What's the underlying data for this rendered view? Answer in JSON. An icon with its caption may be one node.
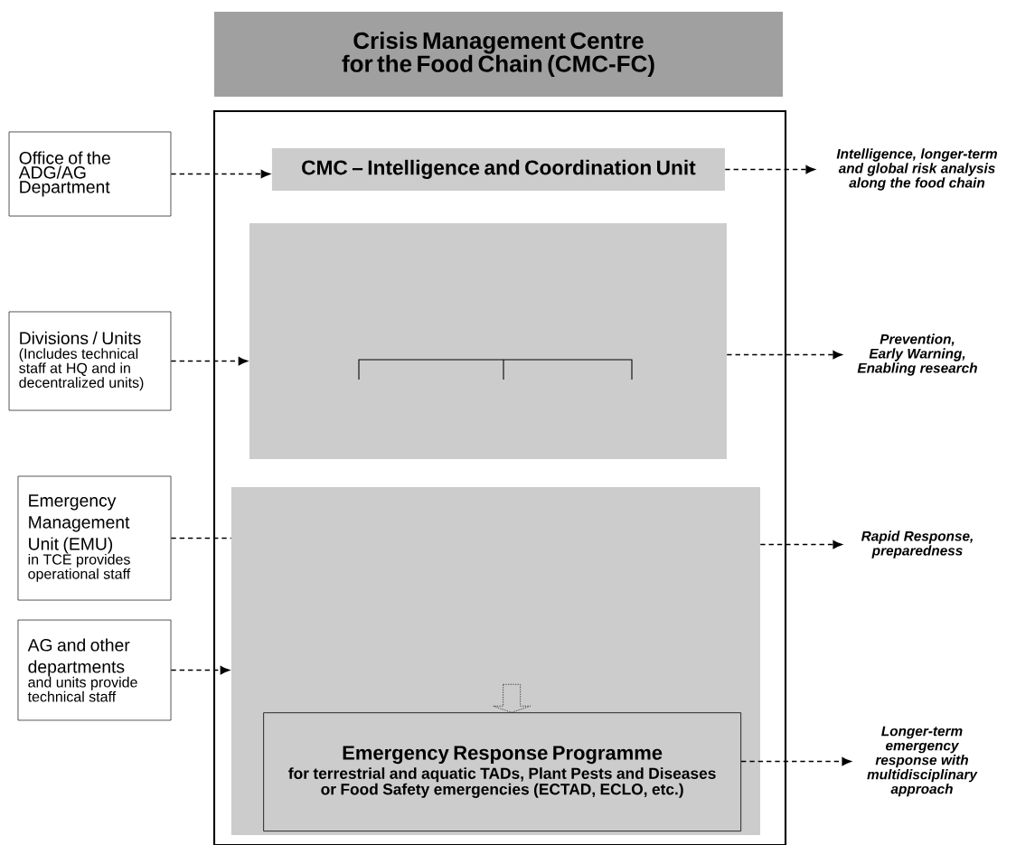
{
  "diagram": {
    "nodes": [
      {
        "text": [
          "Crisis Management Centre for the Food Chain (CMC-FC)"
        ]
      },
      {
        "text": [],
        "shape": "box"
      },
      {
        "text": [
          "CMC – Intelligence and Coordination Unit"
        ],
        "in": 1
      },
      {
        "text": [],
        "shape": "box",
        "in": 1
      },
      {
        "text": [],
        "shape": "box",
        "in": 1
      },
      {
        "text": [
          "Emergency Response Programme",
          "for terrestrial and aquatic TADs, Plant Pests and Diseases or Food Safety emergencies (ECTAD, ECLO, etc.)"
        ],
        "in": 4
      },
      {
        "text": [
          "Office of the ADG/AG Department"
        ]
      },
      {
        "text": [
          "Divisions / Units",
          "(Includes technical staff at HQ and in decentralized units)"
        ]
      },
      {
        "text": [
          "Emergency Management Unit (EMU)",
          "in TCE provides operational staff"
        ]
      },
      {
        "text": [
          "AG and other departments",
          "and units provide technical staff"
        ]
      },
      {
        "text": [
          "Intelligence, longer-term and global risk analysis along the food chain"
        ]
      },
      {
        "text": [
          "Prevention, Early Warning, Enabling research"
        ]
      },
      {
        "text": [
          "Rapid Response, preparedness"
        ]
      },
      {
        "text": [
          "Longer-term emergency response with multidisciplinary approach"
        ]
      }
    ],
    "edges": [
      {
        "from": 6,
        "to": 2,
        "arrow": "to",
        "style": "dashed"
      },
      {
        "from": 7,
        "to": 3,
        "arrow": "to",
        "style": "dashed"
      },
      {
        "from": 8,
        "to": 4,
        "arrow": "none",
        "style": "dashed"
      },
      {
        "from": 9,
        "to": 4,
        "arrow": "to",
        "style": "dashed"
      },
      {
        "from": 2,
        "to": 10,
        "arrow": "to",
        "style": "dashed"
      },
      {
        "from": 3,
        "to": 11,
        "arrow": "to",
        "style": "dashed"
      },
      {
        "from": 4,
        "to": 12,
        "arrow": "to",
        "style": "dashed"
      },
      {
        "from": 5,
        "to": 13,
        "arrow": "to",
        "style": "dashed"
      },
      {
        "from": null,
        "to": 5,
        "arrow": "to",
        "style": "dashed"
      }
    ]
  }
}
